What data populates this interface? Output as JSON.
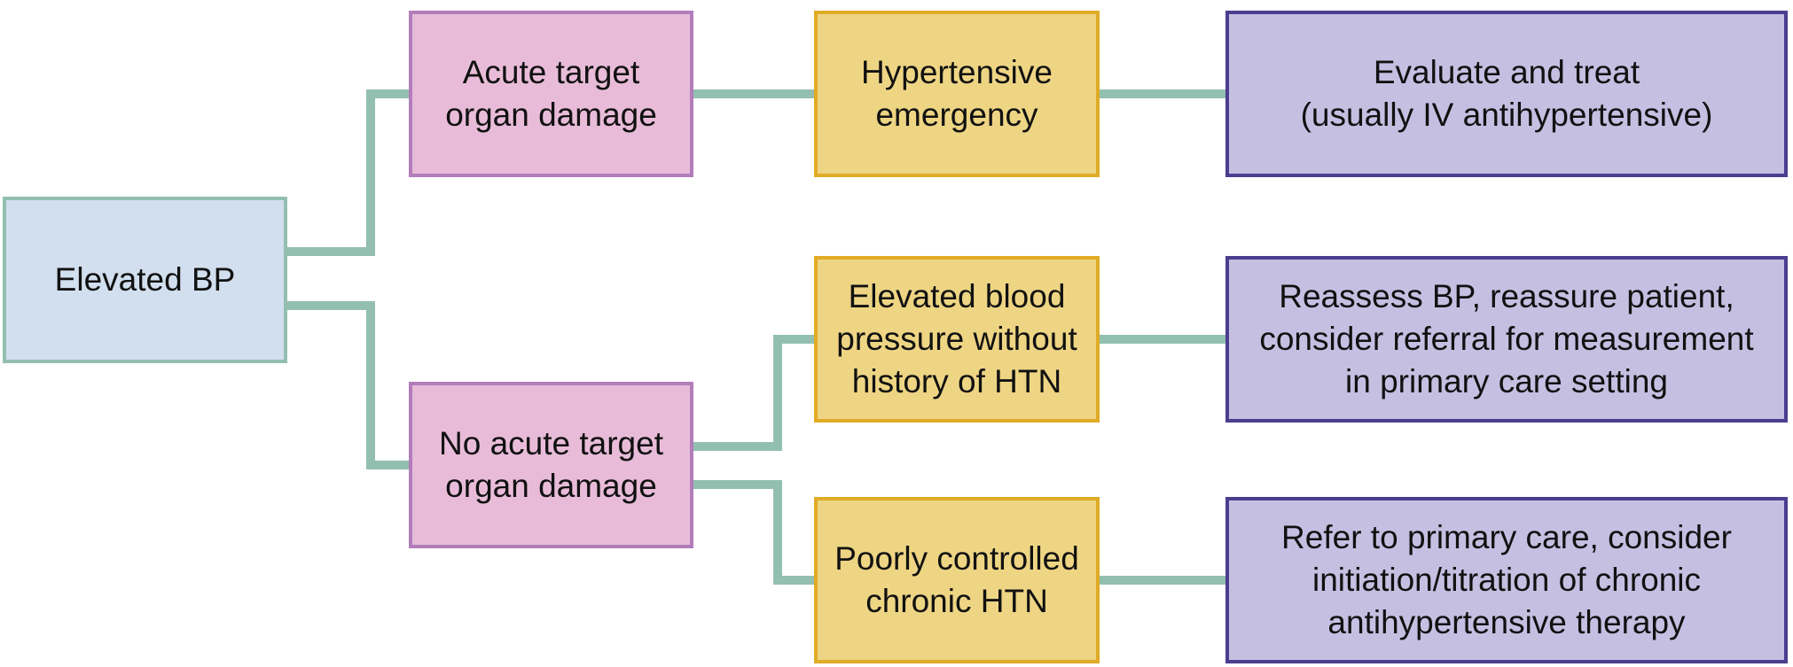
{
  "diagram": {
    "nodes": {
      "root": "Elevated BP",
      "acute_damage": "Acute target\norgan damage",
      "no_acute_damage": "No acute target\norgan damage",
      "hypertensive_emergency": "Hypertensive\nemergency",
      "elevated_no_history": "Elevated blood\npressure without\nhistory of HTN",
      "poorly_controlled": "Poorly controlled\nchronic HTN",
      "action_emergency": "Evaluate and treat\n(usually IV antihypertensive)",
      "action_reassess": "Reassess BP, reassure patient,\nconsider referral for measurement\nin primary care setting",
      "action_refer": "Refer to primary care, consider\ninitiation/titration of chronic\nantihypertensive therapy"
    },
    "colors": {
      "connector": "#93bfb0",
      "root_fill": "#d1dfee",
      "root_border": "#93bfb0",
      "condition_fill": "#e8bcd8",
      "condition_border": "#b27dba",
      "diagnosis_fill": "#eed584",
      "diagnosis_border": "#e0ab26",
      "action_fill": "#c5c0e2",
      "action_border": "#4c3d8f"
    }
  }
}
